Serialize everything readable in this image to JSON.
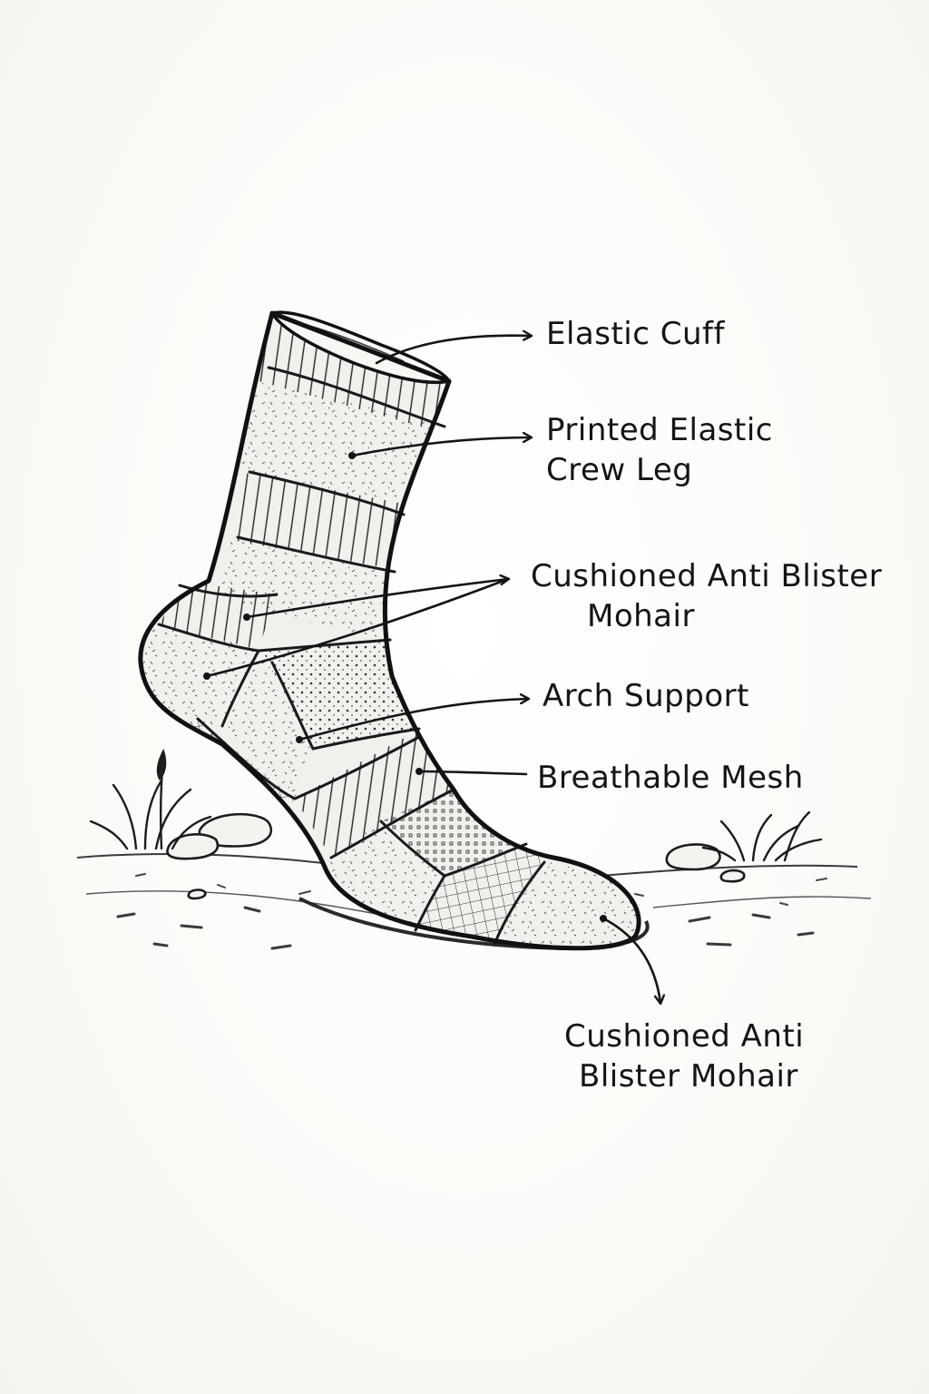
{
  "labels": {
    "elastic_cuff": "Elastic Cuff",
    "crew_leg_line1": "Printed Elastic",
    "crew_leg_line2": "Crew Leg",
    "cushion_top_line1": "Cushioned Anti Blister",
    "cushion_top_line2": "Mohair",
    "arch_support": "Arch Support",
    "breathable_mesh": "Breathable Mesh",
    "cushion_bottom_line1": "Cushioned Anti",
    "cushion_bottom_line2": "Blister Mohair"
  },
  "colors": {
    "ink": "#141414",
    "paper": "#fbfbf9",
    "sock_fill": "#f1f0ec",
    "ground": "#3a3a3a"
  }
}
